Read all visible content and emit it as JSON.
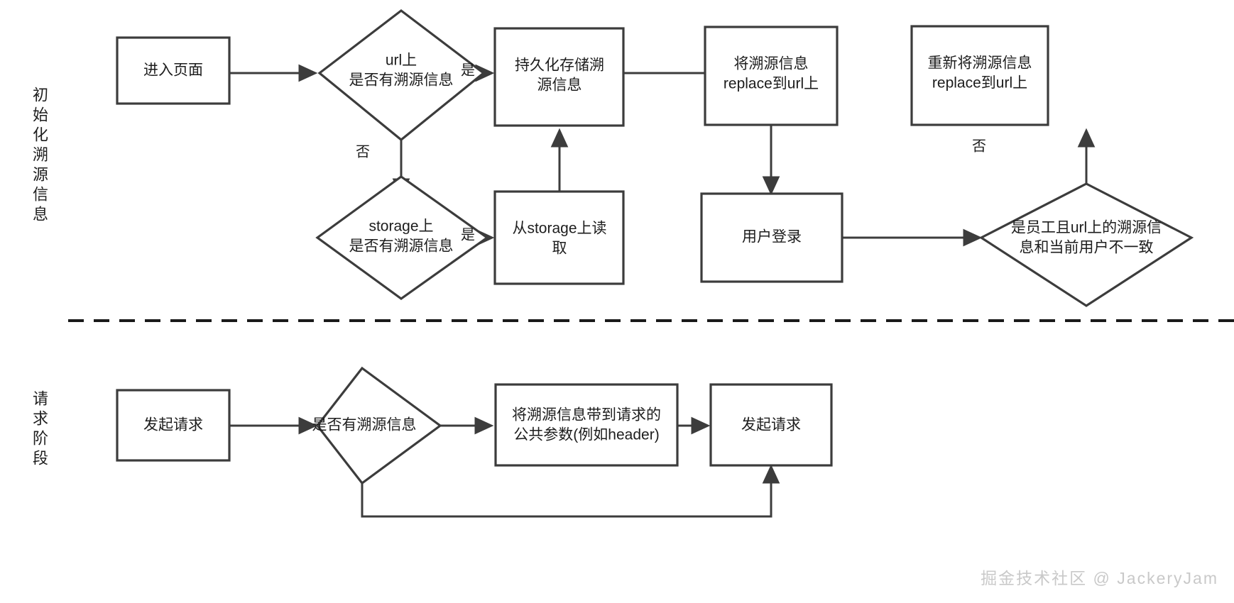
{
  "diagram": {
    "title_watermark": "掘金技术社区 @ JackeryJam",
    "lanes": [
      {
        "id": "init",
        "label": "初始化溯源信息"
      },
      {
        "id": "request",
        "label": "请求阶段"
      }
    ],
    "nodes": {
      "enter_page": {
        "shape": "rect",
        "label_line1": "进入页面"
      },
      "url_has_info": {
        "shape": "diamond",
        "label_line1": "url上",
        "label_line2": "是否有溯源信息"
      },
      "persist_info": {
        "shape": "rect",
        "label_line1": "持久化存储溯",
        "label_line2": "源信息"
      },
      "replace_to_url": {
        "shape": "rect",
        "label_line1": "将溯源信息",
        "label_line2": "replace到url上"
      },
      "re_replace_to_url": {
        "shape": "rect",
        "label_line1": "重新将溯源信息",
        "label_line2": "replace到url上"
      },
      "storage_has_info": {
        "shape": "diamond",
        "label_line1": "storage上",
        "label_line2": "是否有溯源信息"
      },
      "read_storage": {
        "shape": "rect",
        "label_line1": "从storage上读",
        "label_line2": "取"
      },
      "user_login": {
        "shape": "rect",
        "label_line1": "用户登录"
      },
      "staff_mismatch": {
        "shape": "diamond",
        "label_line1": "是员工且url上的溯源信",
        "label_line2": "息和当前用户不一致"
      },
      "send_request_1": {
        "shape": "rect",
        "label_line1": "发起请求"
      },
      "req_has_info": {
        "shape": "diamond",
        "label_line1": "是否有溯源信息"
      },
      "attach_params": {
        "shape": "rect",
        "label_line1": "将溯源信息带到请求的",
        "label_line2": "公共参数(例如header)"
      },
      "send_request_2": {
        "shape": "rect",
        "label_line1": "发起请求"
      }
    },
    "edge_labels": {
      "url_yes": "是",
      "url_no": "否",
      "storage_yes": "是",
      "staff_no": "否"
    },
    "colors": {
      "stroke": "#3c3c3c",
      "text": "#1d1d1d",
      "background": "#ffffff",
      "watermark": "#c9c9c9",
      "divider": "#1a1a1a"
    }
  }
}
